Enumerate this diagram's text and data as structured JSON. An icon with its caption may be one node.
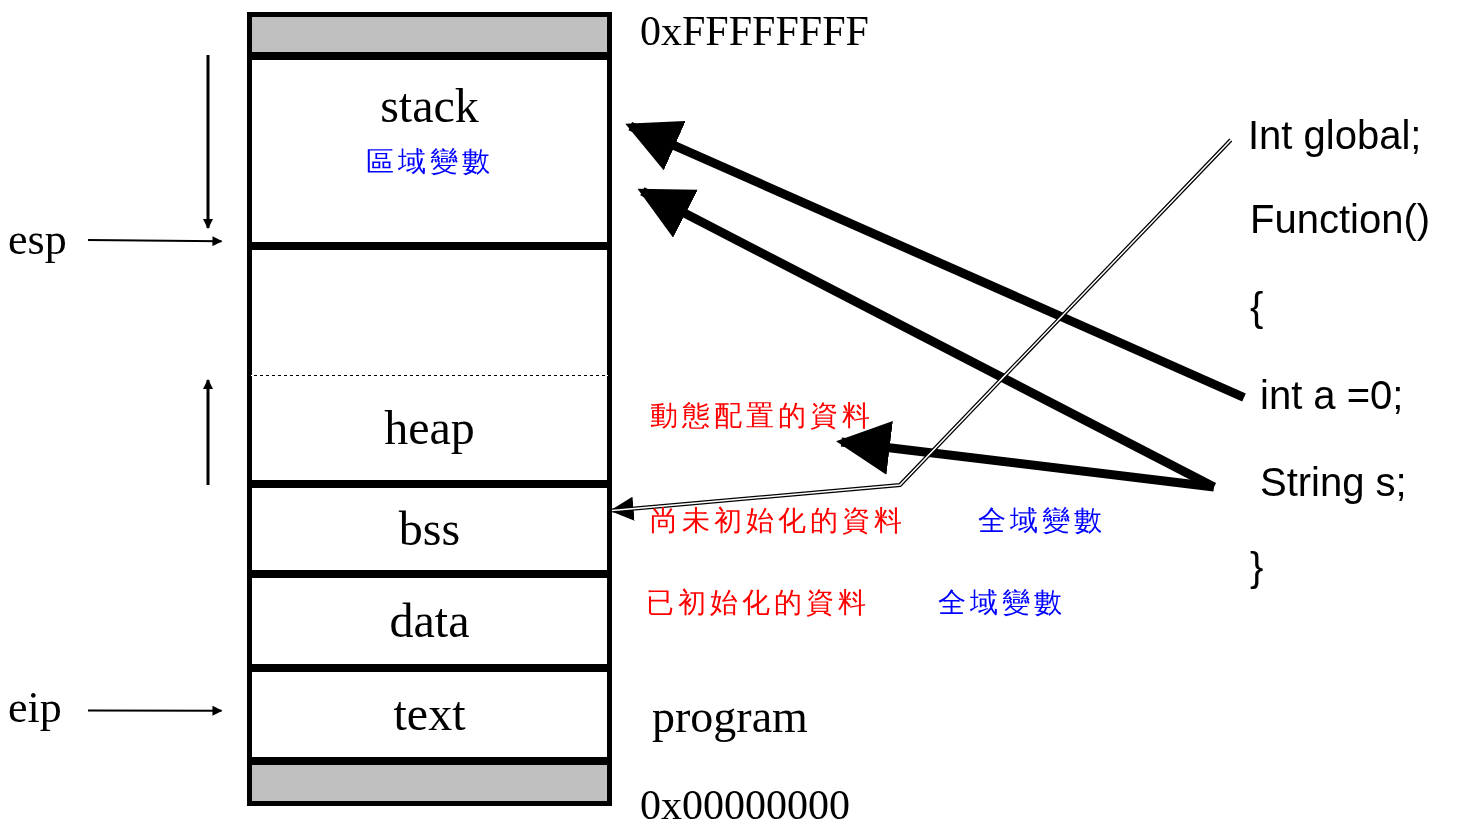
{
  "diagram": {
    "nodes": [
      {
        "text": [],
        "shape": "bar"
      },
      {
        "text": [
          "stack",
          "區域變數"
        ]
      },
      {
        "text": [],
        "shape": "box"
      },
      {
        "text": [
          "heap"
        ]
      },
      {
        "text": [
          "bss"
        ]
      },
      {
        "text": [
          "data"
        ]
      },
      {
        "text": [
          "text"
        ]
      },
      {
        "text": [],
        "shape": "bar"
      },
      {
        "text": [
          "esp"
        ]
      },
      {
        "text": [
          "eip"
        ]
      },
      {
        "text": [
          "動態配置的資料"
        ]
      },
      {
        "text": [
          "Int global;"
        ]
      },
      {
        "text": [
          "int a =0;"
        ]
      },
      {
        "text": [
          "String s;"
        ]
      }
    ],
    "edges": [
      {
        "from": 8,
        "to": 1,
        "arrow": "to"
      },
      {
        "from": 9,
        "to": 6,
        "arrow": "to"
      },
      {
        "from": 12,
        "to": 1,
        "arrow": "to",
        "style": "thick"
      },
      {
        "from": 13,
        "to": 1,
        "arrow": "to",
        "style": "thick"
      },
      {
        "from": 13,
        "to": 10,
        "arrow": "to",
        "style": "thick"
      },
      {
        "from": 11,
        "to": 4,
        "arrow": "to"
      }
    ],
    "labels": [
      "0xFFFFFFFF",
      "Function()",
      "{",
      "尚未初始化的資料",
      "全域變數",
      "已初始化的資料",
      "全域變數",
      "program",
      "}",
      "0x00000000"
    ]
  }
}
